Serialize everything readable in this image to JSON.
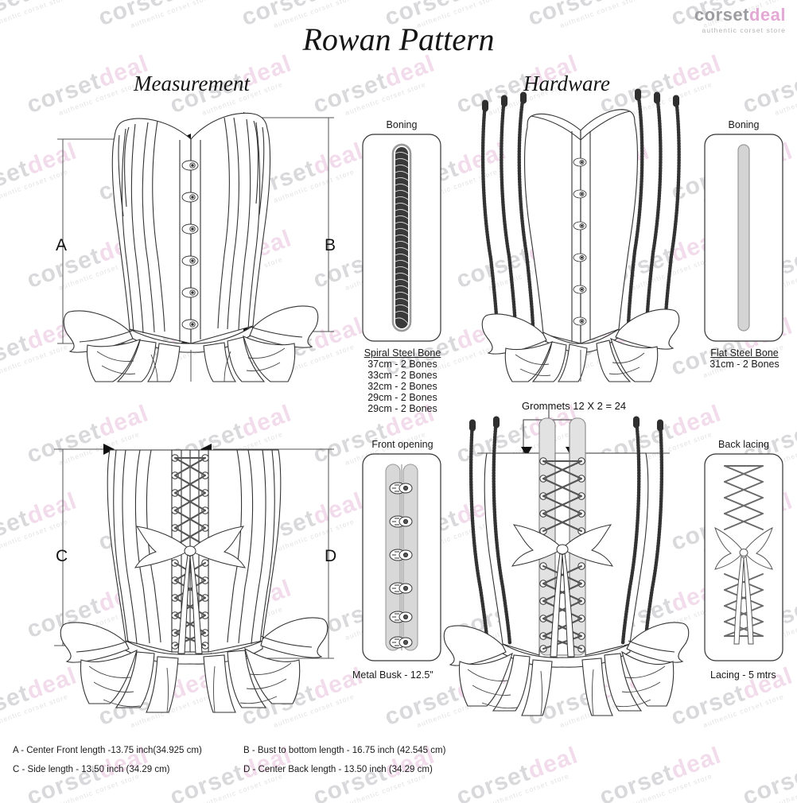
{
  "brand": {
    "name_gray": "corset",
    "name_pink": "deal",
    "tagline": "authentic corset store"
  },
  "title": "Rowan Pattern",
  "sections": {
    "measurement": "Measurement",
    "hardware": "Hardware"
  },
  "measurement_letters": {
    "a": "A",
    "b": "B",
    "c": "C",
    "d": "D"
  },
  "cards": {
    "spiral_boning": {
      "title": "Boning",
      "caption_head": "Spiral Steel Bone",
      "caption_lines": [
        "37cm - 2 Bones",
        "33cm - 2 Bones",
        "32cm - 2 Bones",
        "29cm - 2 Bones",
        "29cm - 2 Bones"
      ]
    },
    "flat_boning": {
      "title": "Boning",
      "caption_head": "Flat Steel Bone",
      "caption_lines": [
        "31cm - 2 Bones"
      ]
    },
    "front_opening": {
      "title": "Front opening",
      "caption_head": "Metal Busk - 12.5\"",
      "caption_lines": []
    },
    "back_lacing": {
      "title": "Back lacing",
      "caption_head": "Lacing - 5 mtrs",
      "caption_lines": []
    }
  },
  "annotations": {
    "grommets": "Grommets 12 X 2 = 24"
  },
  "legend": {
    "a": "A - Center Front length -13.75 inch(34.925 cm)",
    "b": "B - Bust to bottom length - 16.75 inch (42.545 cm)",
    "c": "C - Side length - 13.50 inch (34.29 cm)",
    "d": "D - Center Back length -  13.50 inch (34.29 cm)"
  },
  "watermark": {
    "main_gray": "corset",
    "main_pink": "deal",
    "sub": "authentic corset store"
  },
  "colors": {
    "line": "#333333",
    "brand_gray": "#9d9da1",
    "brand_pink": "#e3a8d4",
    "spiral_bone": "#3a3a3a",
    "flat_bone": "#d4d4d4",
    "busk_panel": "#d8d8d8",
    "watermark_gray": "#d9d9dc",
    "watermark_pink": "#f2dcec"
  }
}
